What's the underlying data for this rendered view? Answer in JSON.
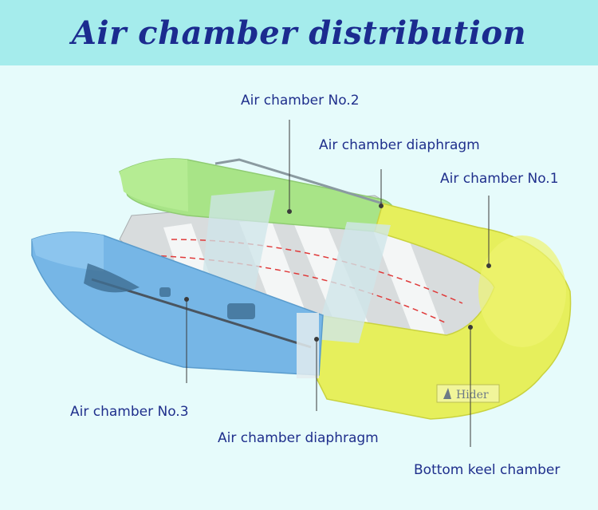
{
  "title": "Air chamber distribution",
  "labels": {
    "chamber_2": "Air chamber No.2",
    "diaphragm_top": "Air chamber diaphragm",
    "chamber_1": "Air chamber No.1",
    "chamber_3": "Air chamber No.3",
    "diaphragm_bottom": "Air chamber diaphragm",
    "keel": "Bottom keel chamber"
  },
  "brand": "Hider",
  "colors": {
    "title": "#1b2b8f",
    "label": "#1f2f8c",
    "banner": "#a5ecec",
    "background": "#e6fbfb",
    "chamber_1": "#e6ef5c",
    "chamber_2": "#a8e487",
    "chamber_3": "#76b6e6"
  }
}
